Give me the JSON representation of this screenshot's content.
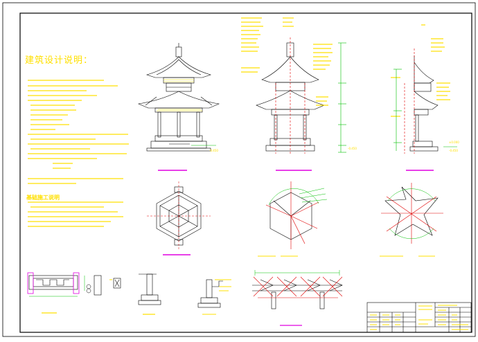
{
  "notes": {
    "title": "建筑设计说明：",
    "sub_title": "基础施工说明"
  },
  "elevation_labels": {
    "lbl_1": "-0.450",
    "lbl_2": "-0.450",
    "lbl_3": "±0.000",
    "lbl_4": "-0.450"
  },
  "colors": {
    "frame": "#000000",
    "line": "#000000",
    "text_yellow": "#ffe000",
    "dim_green": "#00c000",
    "axis_red": "#e00000",
    "accent_magenta": "#e000e0",
    "cyan": "#00a0c0"
  }
}
